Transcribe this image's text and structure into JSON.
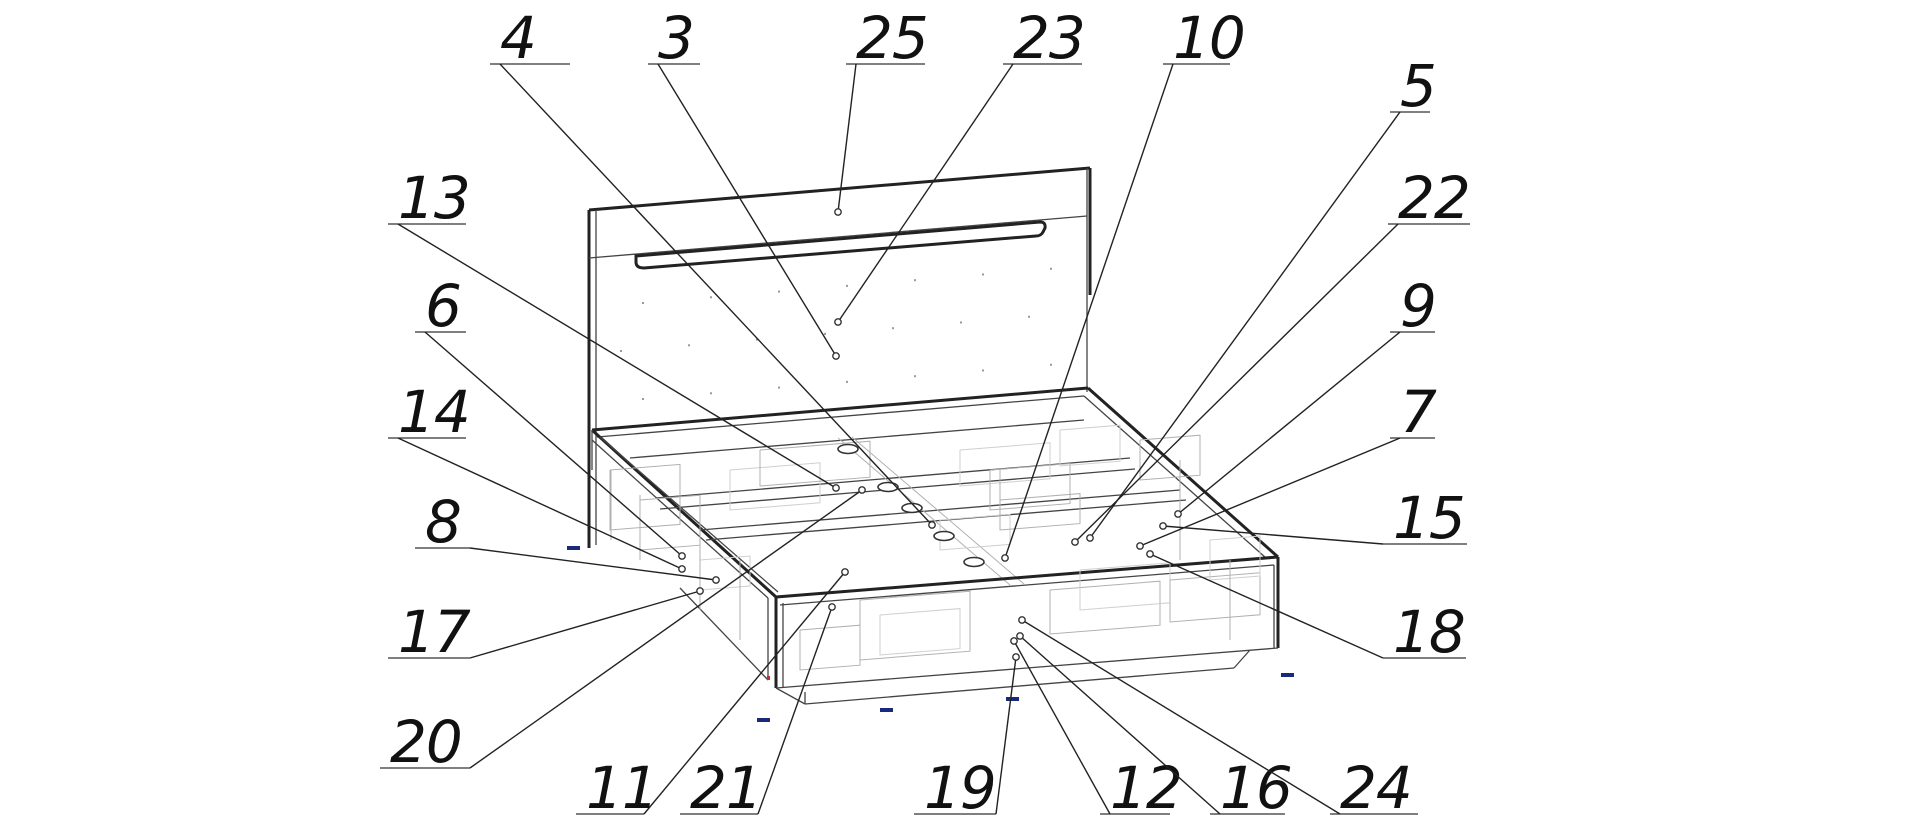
{
  "diagram": {
    "kind": "exploded bed assembly drawing",
    "callouts": [
      {
        "label": "4"
      },
      {
        "label": "3"
      },
      {
        "label": "25"
      },
      {
        "label": "23"
      },
      {
        "label": "10"
      },
      {
        "label": "5"
      },
      {
        "label": "22"
      },
      {
        "label": "9"
      },
      {
        "label": "7"
      },
      {
        "label": "15"
      },
      {
        "label": "18"
      },
      {
        "label": "13"
      },
      {
        "label": "6"
      },
      {
        "label": "14"
      },
      {
        "label": "8"
      },
      {
        "label": "17"
      },
      {
        "label": "20"
      },
      {
        "label": "11"
      },
      {
        "label": "21"
      },
      {
        "label": "19"
      },
      {
        "label": "12"
      },
      {
        "label": "16"
      },
      {
        "label": "24"
      }
    ]
  },
  "colors": {
    "ink": "#222222",
    "hidden_line": "#b0b0b0",
    "marker": "#1a2a7a",
    "background": "#ffffff"
  }
}
